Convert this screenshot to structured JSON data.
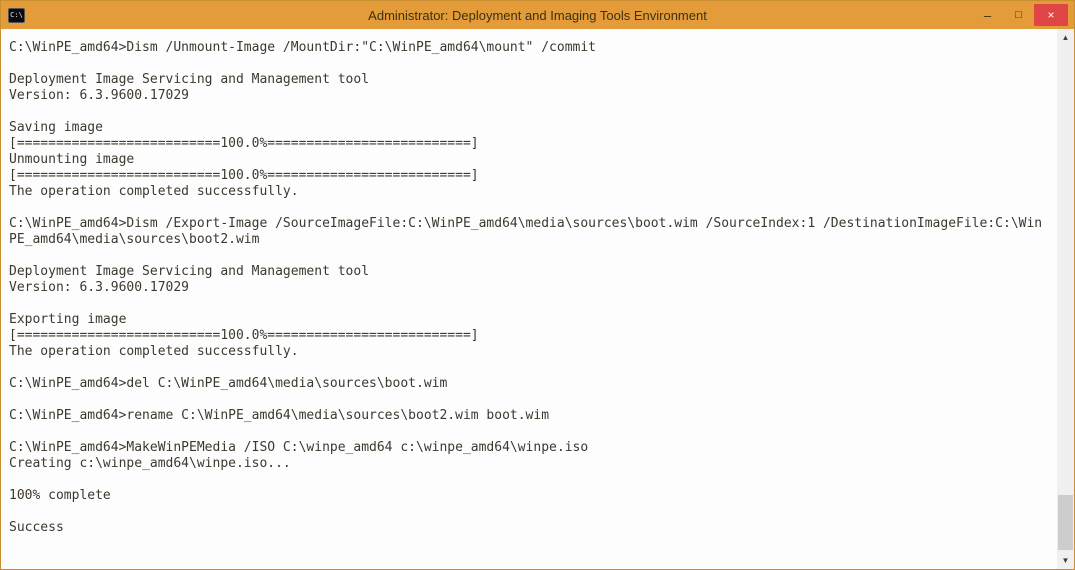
{
  "window": {
    "title": "Administrator: Deployment and Imaging Tools Environment",
    "icon_text": "C:\\",
    "controls": {
      "minimize": "–",
      "maximize": "□",
      "close": "×"
    },
    "colors": {
      "titlebar": "#e39c39",
      "close_button": "#e04545",
      "console_bg": "#fdfdfd",
      "console_text": "#3e382e"
    }
  },
  "console": {
    "text": "C:\\WinPE_amd64>Dism /Unmount-Image /MountDir:\"C:\\WinPE_amd64\\mount\" /commit\n\nDeployment Image Servicing and Management tool\nVersion: 6.3.9600.17029\n\nSaving image\n[==========================100.0%==========================]\nUnmounting image\n[==========================100.0%==========================]\nThe operation completed successfully.\n\nC:\\WinPE_amd64>Dism /Export-Image /SourceImageFile:C:\\WinPE_amd64\\media\\sources\\boot.wim /SourceIndex:1 /DestinationImageFile:C:\\WinPE_amd64\\media\\sources\\boot2.wim\n\nDeployment Image Servicing and Management tool\nVersion: 6.3.9600.17029\n\nExporting image\n[==========================100.0%==========================]\nThe operation completed successfully.\n\nC:\\WinPE_amd64>del C:\\WinPE_amd64\\media\\sources\\boot.wim\n\nC:\\WinPE_amd64>rename C:\\WinPE_amd64\\media\\sources\\boot2.wim boot.wim\n\nC:\\WinPE_amd64>MakeWinPEMedia /ISO C:\\winpe_amd64 c:\\winpe_amd64\\winpe.iso\nCreating c:\\winpe_amd64\\winpe.iso...\n\n100% complete\n\nSuccess"
  },
  "scrollbar": {
    "up_arrow": "▲",
    "down_arrow": "▼"
  }
}
